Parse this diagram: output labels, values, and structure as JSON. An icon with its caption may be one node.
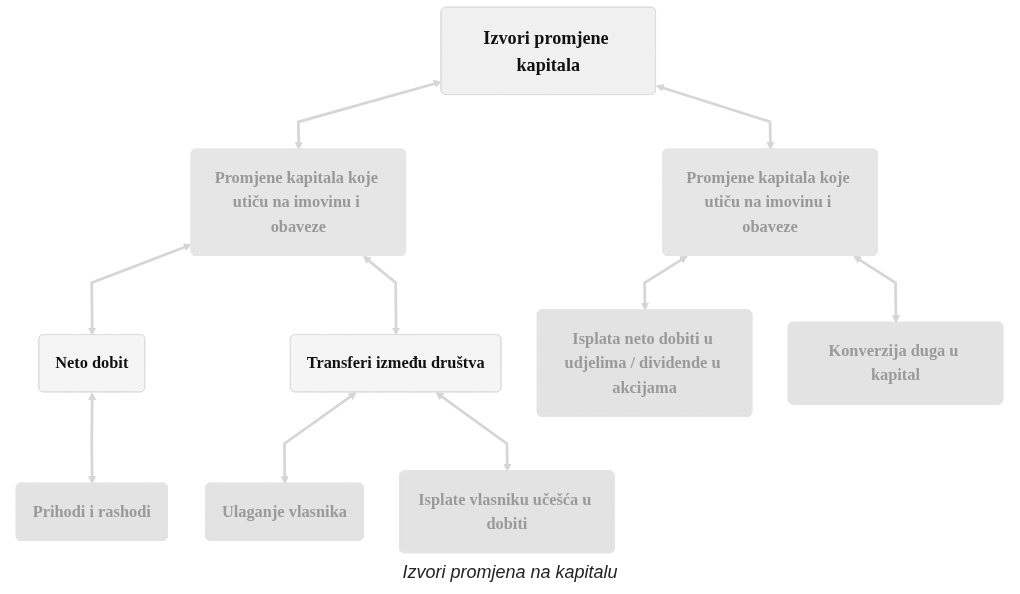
{
  "diagram": {
    "caption": "Izvori promjena na kapitalu",
    "nodes": [
      {
        "text": [
          "Izvori promjene kapitala"
        ]
      },
      {
        "text": [
          "Promjene kapitala koje utiču na imovinu i obaveze"
        ]
      },
      {
        "text": [
          "Promjene kapitala koje utiču na imovinu i obaveze"
        ]
      },
      {
        "text": [
          "Neto dobit"
        ]
      },
      {
        "text": [
          "Transferi između društva"
        ]
      },
      {
        "text": [
          "Prihodi i rashodi"
        ]
      },
      {
        "text": [
          "Ulaganje vlasnika"
        ]
      },
      {
        "text": [
          "Isplate vlasniku učešća u dobiti"
        ]
      },
      {
        "text": [
          "Isplata neto dobiti u udjelima / dividende u akcijama"
        ]
      },
      {
        "text": [
          "Konverzija duga u kapital"
        ]
      }
    ],
    "edges": [
      {
        "from": 0,
        "to": 1,
        "arrow": "both"
      },
      {
        "from": 0,
        "to": 2,
        "arrow": "both"
      },
      {
        "from": 1,
        "to": 3,
        "arrow": "both"
      },
      {
        "from": 1,
        "to": 4,
        "arrow": "both"
      },
      {
        "from": 3,
        "to": 5,
        "arrow": "both"
      },
      {
        "from": 4,
        "to": 6,
        "arrow": "both"
      },
      {
        "from": 4,
        "to": 7,
        "arrow": "both"
      },
      {
        "from": 2,
        "to": 8,
        "arrow": "both"
      },
      {
        "from": 2,
        "to": 9,
        "arrow": "both"
      }
    ]
  }
}
